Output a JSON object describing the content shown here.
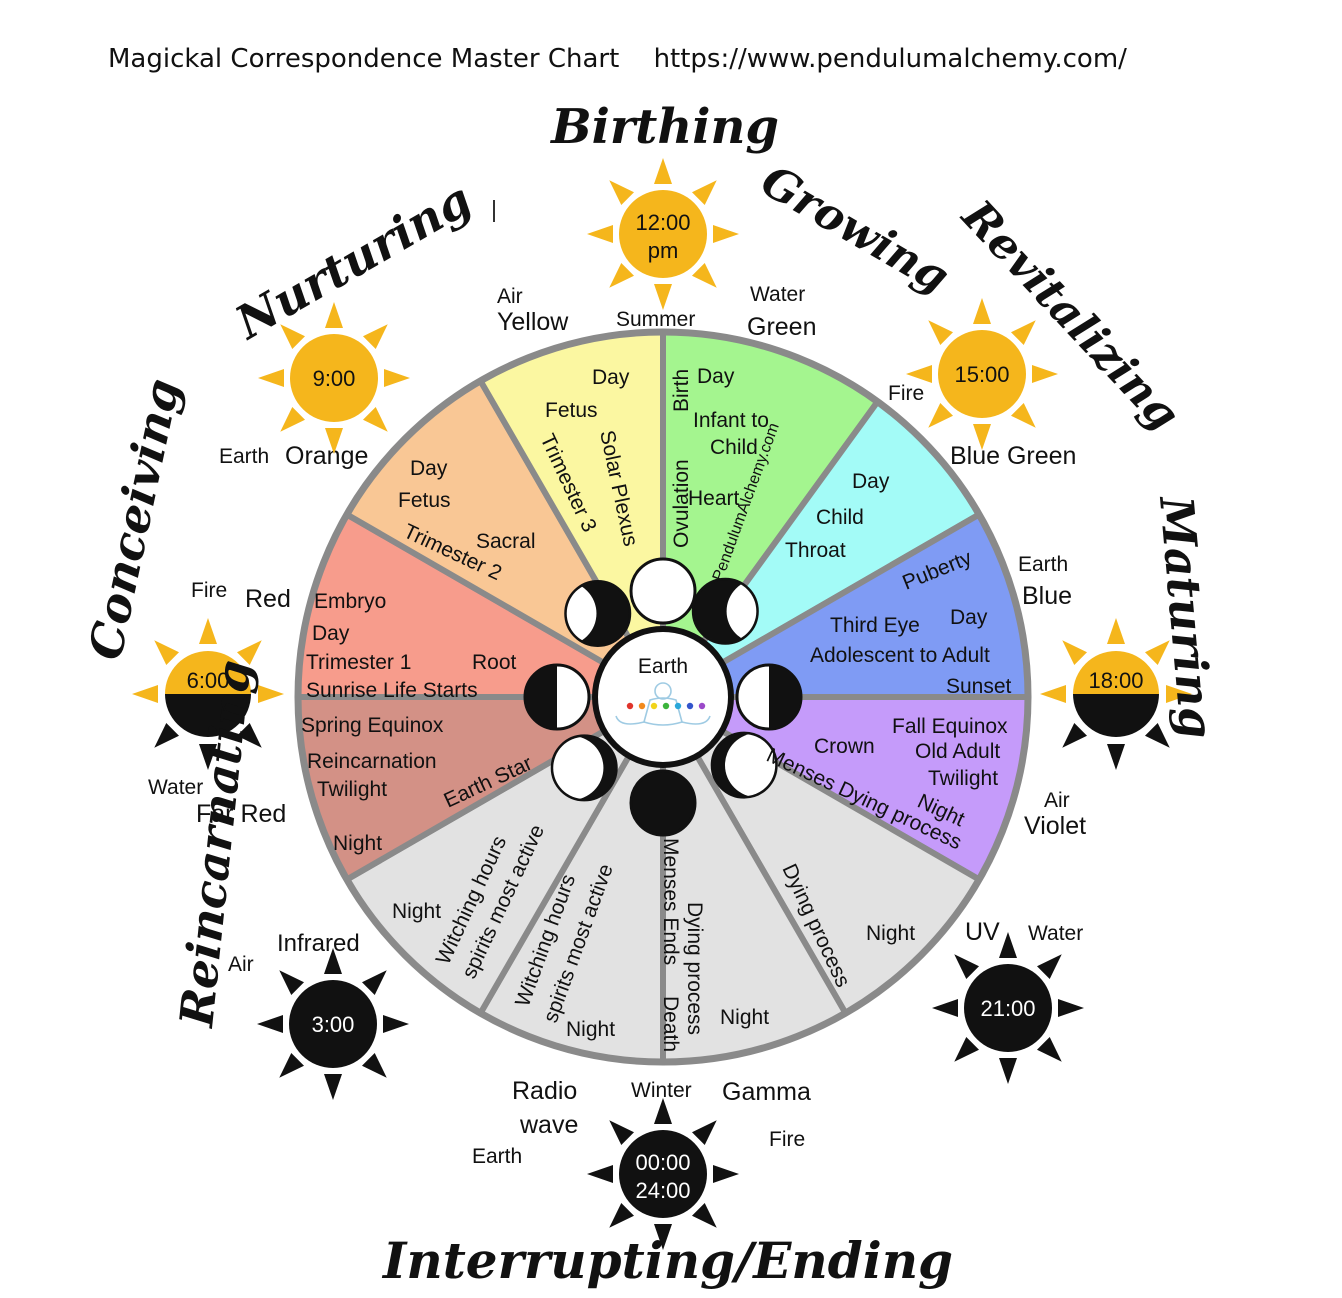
{
  "header": {
    "title": "Magickal Correspondence Master Chart",
    "url": "https://www.pendulumalchemy.com/"
  },
  "phases": [
    {
      "label": "Birthing"
    },
    {
      "label": "Growing"
    },
    {
      "label": "Revitalizing"
    },
    {
      "label": "Maturing"
    },
    {
      "label": "Interrupting/Ending"
    },
    {
      "label": "Reincarnating"
    },
    {
      "label": "Conceiving"
    },
    {
      "label": "Nurturing"
    }
  ],
  "suns": [
    {
      "time": "12:00",
      "time2": "pm",
      "kind": "day"
    },
    {
      "time": "15:00",
      "kind": "day"
    },
    {
      "time": "18:00",
      "kind": "half"
    },
    {
      "time": "21:00",
      "kind": "night"
    },
    {
      "time": "00:00",
      "time2": "24:00",
      "kind": "night"
    },
    {
      "time": "3:00",
      "kind": "night"
    },
    {
      "time": "6:00",
      "kind": "half"
    },
    {
      "time": "9:00",
      "kind": "day"
    }
  ],
  "outer_labels": {
    "air_yellow": "Air",
    "yellow": "Yellow",
    "summer": "Summer",
    "water_green": "Water",
    "green": "Green",
    "fire_bluegreen": "Fire",
    "blue_green": "Blue Green",
    "earth_blue": "Earth",
    "blue": "Blue",
    "air_violet": "Air",
    "violet": "Violet",
    "uv": "UV",
    "water_uv": "Water",
    "gamma": "Gamma",
    "fire_gamma": "Fire",
    "winter": "Winter",
    "radio": "Radio",
    "wave": "wave",
    "earth_radio": "Earth",
    "infrared": "Infrared",
    "air_infrared": "Air",
    "water_farred": "Water",
    "far_red": "Far Red",
    "fire_red": "Fire",
    "red": "Red",
    "earth_orange": "Earth",
    "orange": "Orange"
  },
  "segments": {
    "red": {
      "embryo": "Embryo",
      "day": "Day",
      "trimester1": "Trimester 1",
      "root": "Root",
      "sunrise": "Sunrise Life Starts"
    },
    "orange": {
      "day": "Day",
      "fetus": "Fetus",
      "sacral": "Sacral",
      "trimester2": "Trimester 2"
    },
    "yellow": {
      "day": "Day",
      "fetus": "Fetus",
      "trimester3": "Trimester 3",
      "solar": "Solar Plexus"
    },
    "green": {
      "birth": "Birth",
      "day": "Day",
      "infant": "Infant to",
      "child": "Child",
      "ovulation": "Ovulation",
      "heart": "Heart",
      "site": "PendulumAlchemy.com"
    },
    "bluegreen": {
      "day": "Day",
      "child": "Child",
      "throat": "Throat"
    },
    "blue": {
      "puberty": "Puberty",
      "third_eye": "Third Eye",
      "day": "Day",
      "adolescent": "Adolescent to Adult",
      "sunset": "Sunset"
    },
    "violet": {
      "fall": "Fall Equinox",
      "crown": "Crown",
      "old": "Old Adult",
      "twilight": "Twilight",
      "menses": "Menses Dying process",
      "night": "Night"
    },
    "farred": {
      "spring": "Spring Equinox",
      "reincarnation": "Reincarnation",
      "twilight": "Twilight",
      "earth_star": "Earth Star",
      "night": "Night"
    },
    "gray1": {
      "night": "Night",
      "witching1": "Witching hours",
      "witching2": "spirits most active"
    },
    "gray2": {
      "witching1": "Witching hours",
      "witching2": "spirits most active",
      "night": "Night"
    },
    "gray3": {
      "menses_ends": "Menses Ends",
      "death": "Death",
      "dying": "Dying process",
      "night": "Night"
    },
    "gray4": {
      "dying": "Dying process",
      "night": "Night"
    }
  },
  "center": {
    "label": "Earth"
  },
  "colors": {
    "red": "#f79c8c",
    "orange": "#f9c795",
    "yellow": "#fbf7a1",
    "green": "#a4f58f",
    "bluegreen": "#a3fbf7",
    "blue": "#7f9bf4",
    "violet": "#c59bfa",
    "farred": "#d39186",
    "gray": "#e2e2e2",
    "border": "#8a8a8a",
    "sun": "#f5b61c"
  }
}
